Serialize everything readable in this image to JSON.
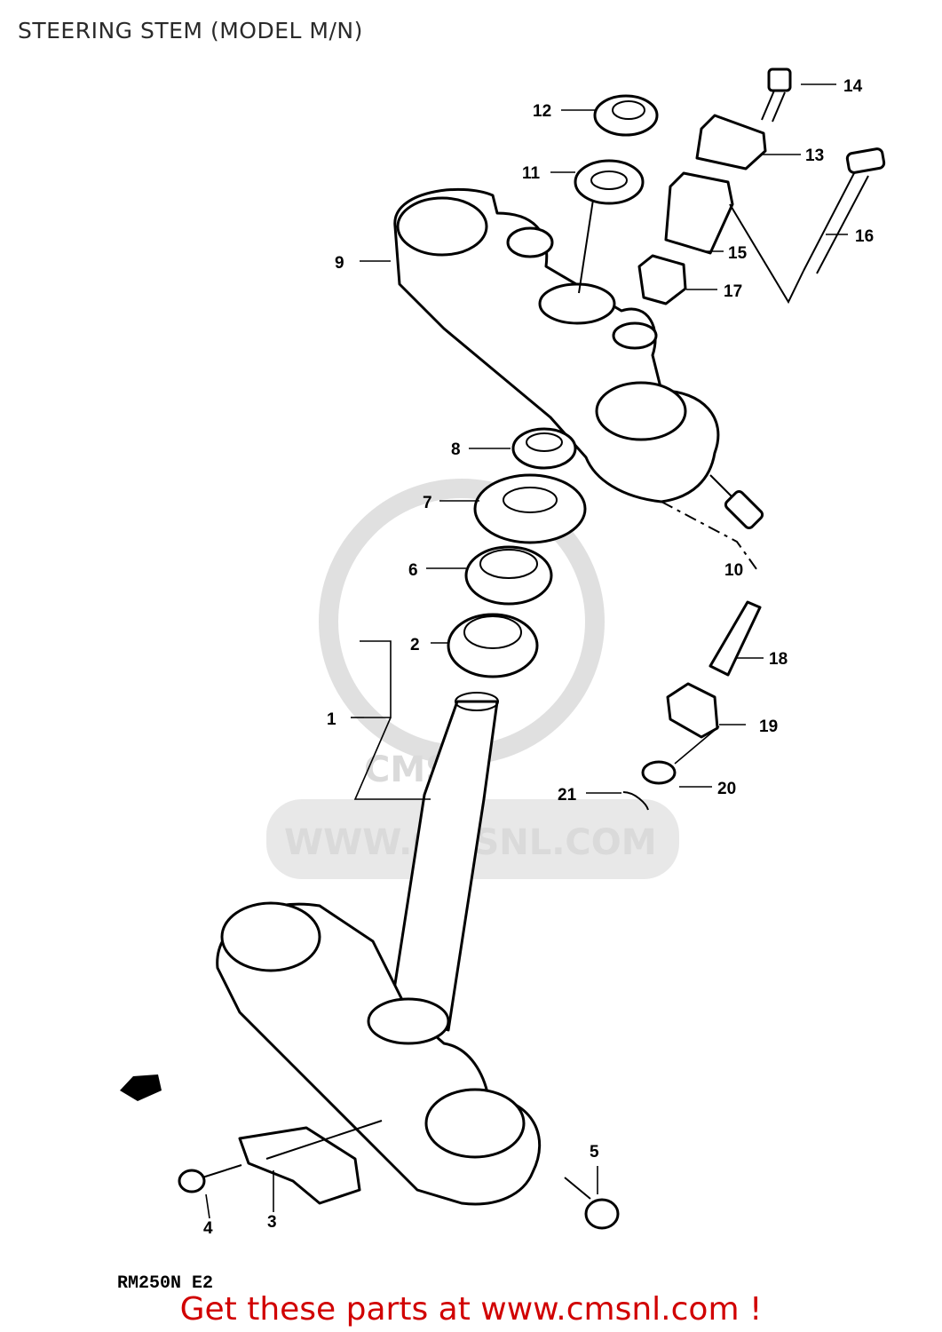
{
  "header": {
    "title": "STEERING STEM (MODEL M/N)"
  },
  "watermark": {
    "text": "WWW.CMSNL.COM",
    "logo_letters": "CMS"
  },
  "parts": [
    {
      "num": "1"
    },
    {
      "num": "2"
    },
    {
      "num": "3"
    },
    {
      "num": "4"
    },
    {
      "num": "5"
    },
    {
      "num": "6"
    },
    {
      "num": "7"
    },
    {
      "num": "8"
    },
    {
      "num": "9"
    },
    {
      "num": "10"
    },
    {
      "num": "11"
    },
    {
      "num": "12"
    },
    {
      "num": "13"
    },
    {
      "num": "14"
    },
    {
      "num": "15"
    },
    {
      "num": "16"
    },
    {
      "num": "17"
    },
    {
      "num": "18"
    },
    {
      "num": "19"
    },
    {
      "num": "20"
    },
    {
      "num": "21"
    }
  ],
  "footer": {
    "model_code": "RM250N E2",
    "cta": "Get these parts at www.cmsnl.com !"
  },
  "colors": {
    "cta": "#d10000",
    "line": "#000000",
    "watermark": "#d6d6d6"
  }
}
